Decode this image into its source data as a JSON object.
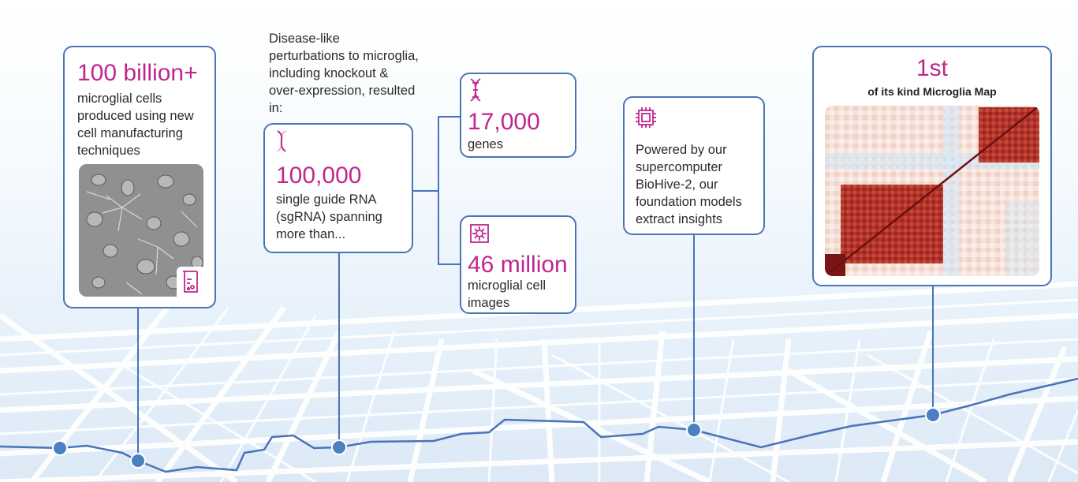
{
  "card1": {
    "stat": "100 billion+",
    "text": "microglial cells produced using new cell manufacturing techniques"
  },
  "intro": {
    "text": "Disease-like perturbations to microglia, including knockout & over-expression, resulted in:"
  },
  "card2": {
    "stat": "100,000",
    "text": "single guide RNA (sgRNA) spanning more than..."
  },
  "card3": {
    "stat": "17,000",
    "text": "genes"
  },
  "card4": {
    "stat": "46 million",
    "text": "microglial cell images"
  },
  "card5": {
    "text": "Powered by our supercomputer BioHive-2, our foundation models extract insights"
  },
  "card6": {
    "stat": "1st",
    "subtitle": "of its kind Microglia Map"
  },
  "icons": [
    "beaker-icon",
    "dna-icon",
    "dna-icon",
    "microscope-image-icon",
    "chip-icon"
  ],
  "colors": {
    "accent": "#c0268e",
    "line": "#4a74b8",
    "node": "#4a7fc0",
    "heat_high": "#8b1a1a",
    "heat_low": "#c9dff0"
  }
}
